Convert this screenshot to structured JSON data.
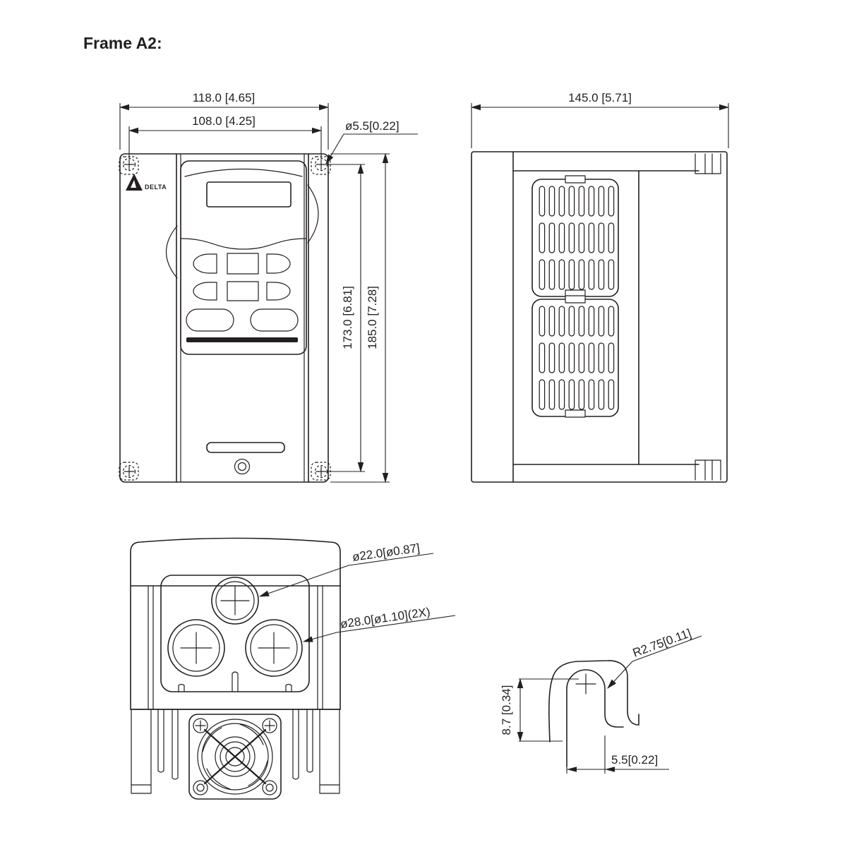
{
  "title": "Frame A2:",
  "drawing_color": "#231f20",
  "logo_text": "DELTA",
  "front_view": {
    "width_dim": "118.0 [4.65]",
    "mount_width_dim": "108.0 [4.25]",
    "mount_hole_dim": "ø5.5[0.22]",
    "mount_height_dim": "173.0 [6.81]",
    "height_dim": "185.0 [7.28]"
  },
  "side_view": {
    "depth_dim": "145.0 [5.71]"
  },
  "bottom_view": {
    "small_conduit_dim": "ø22.0[ø0.87]",
    "large_conduit_dim": "ø28.0[ø1.10](2X)"
  },
  "keyhole_detail": {
    "radius_dim": "R2.75[0.11]",
    "slot_depth_dim": "8.7 [0.34]",
    "slot_width_dim": "5.5[0.22]"
  }
}
